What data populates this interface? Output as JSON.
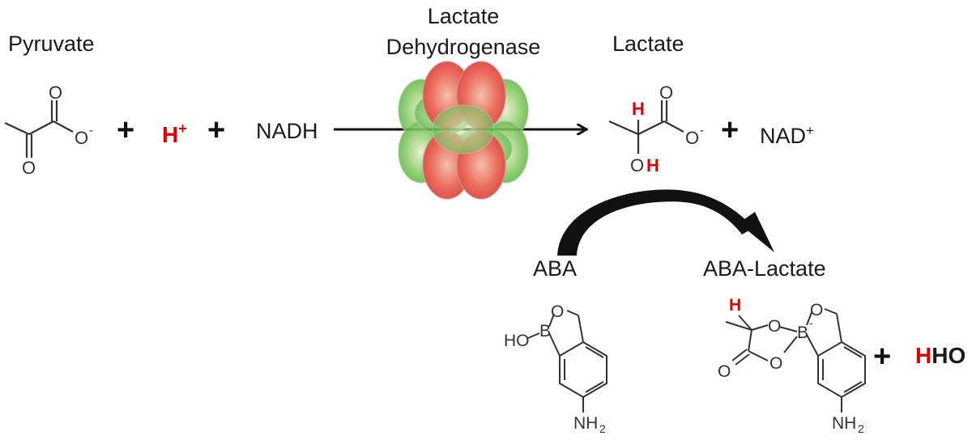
{
  "labels": {
    "pyruvate": "Pyruvate",
    "enzyme_line1": "Lactate",
    "enzyme_line2": "Dehydrogenase",
    "lactate": "Lactate",
    "aba": "ABA",
    "aba_lactate": "ABA-Lactate"
  },
  "reagents": {
    "proton": "H",
    "proton_charge": "+",
    "nadh": "NADH",
    "nad": "NAD",
    "nad_charge": "+",
    "plus": "+"
  },
  "atoms": {
    "O": "O",
    "H": "H",
    "B": "B",
    "OH": "OH",
    "HO": "HO",
    "NH": "NH",
    "sub2": "2",
    "minus": "-",
    "water_h": "H",
    "water_rest": "HO"
  },
  "colors": {
    "highlight": "#e00000",
    "enzyme_red": "#e83030",
    "enzyme_green": "#5cb844",
    "ink": "#1a1a1a"
  },
  "icons": {
    "enzyme": "four-lobed-enzyme-icon",
    "curved_arrow": "curved-arrow-icon"
  }
}
